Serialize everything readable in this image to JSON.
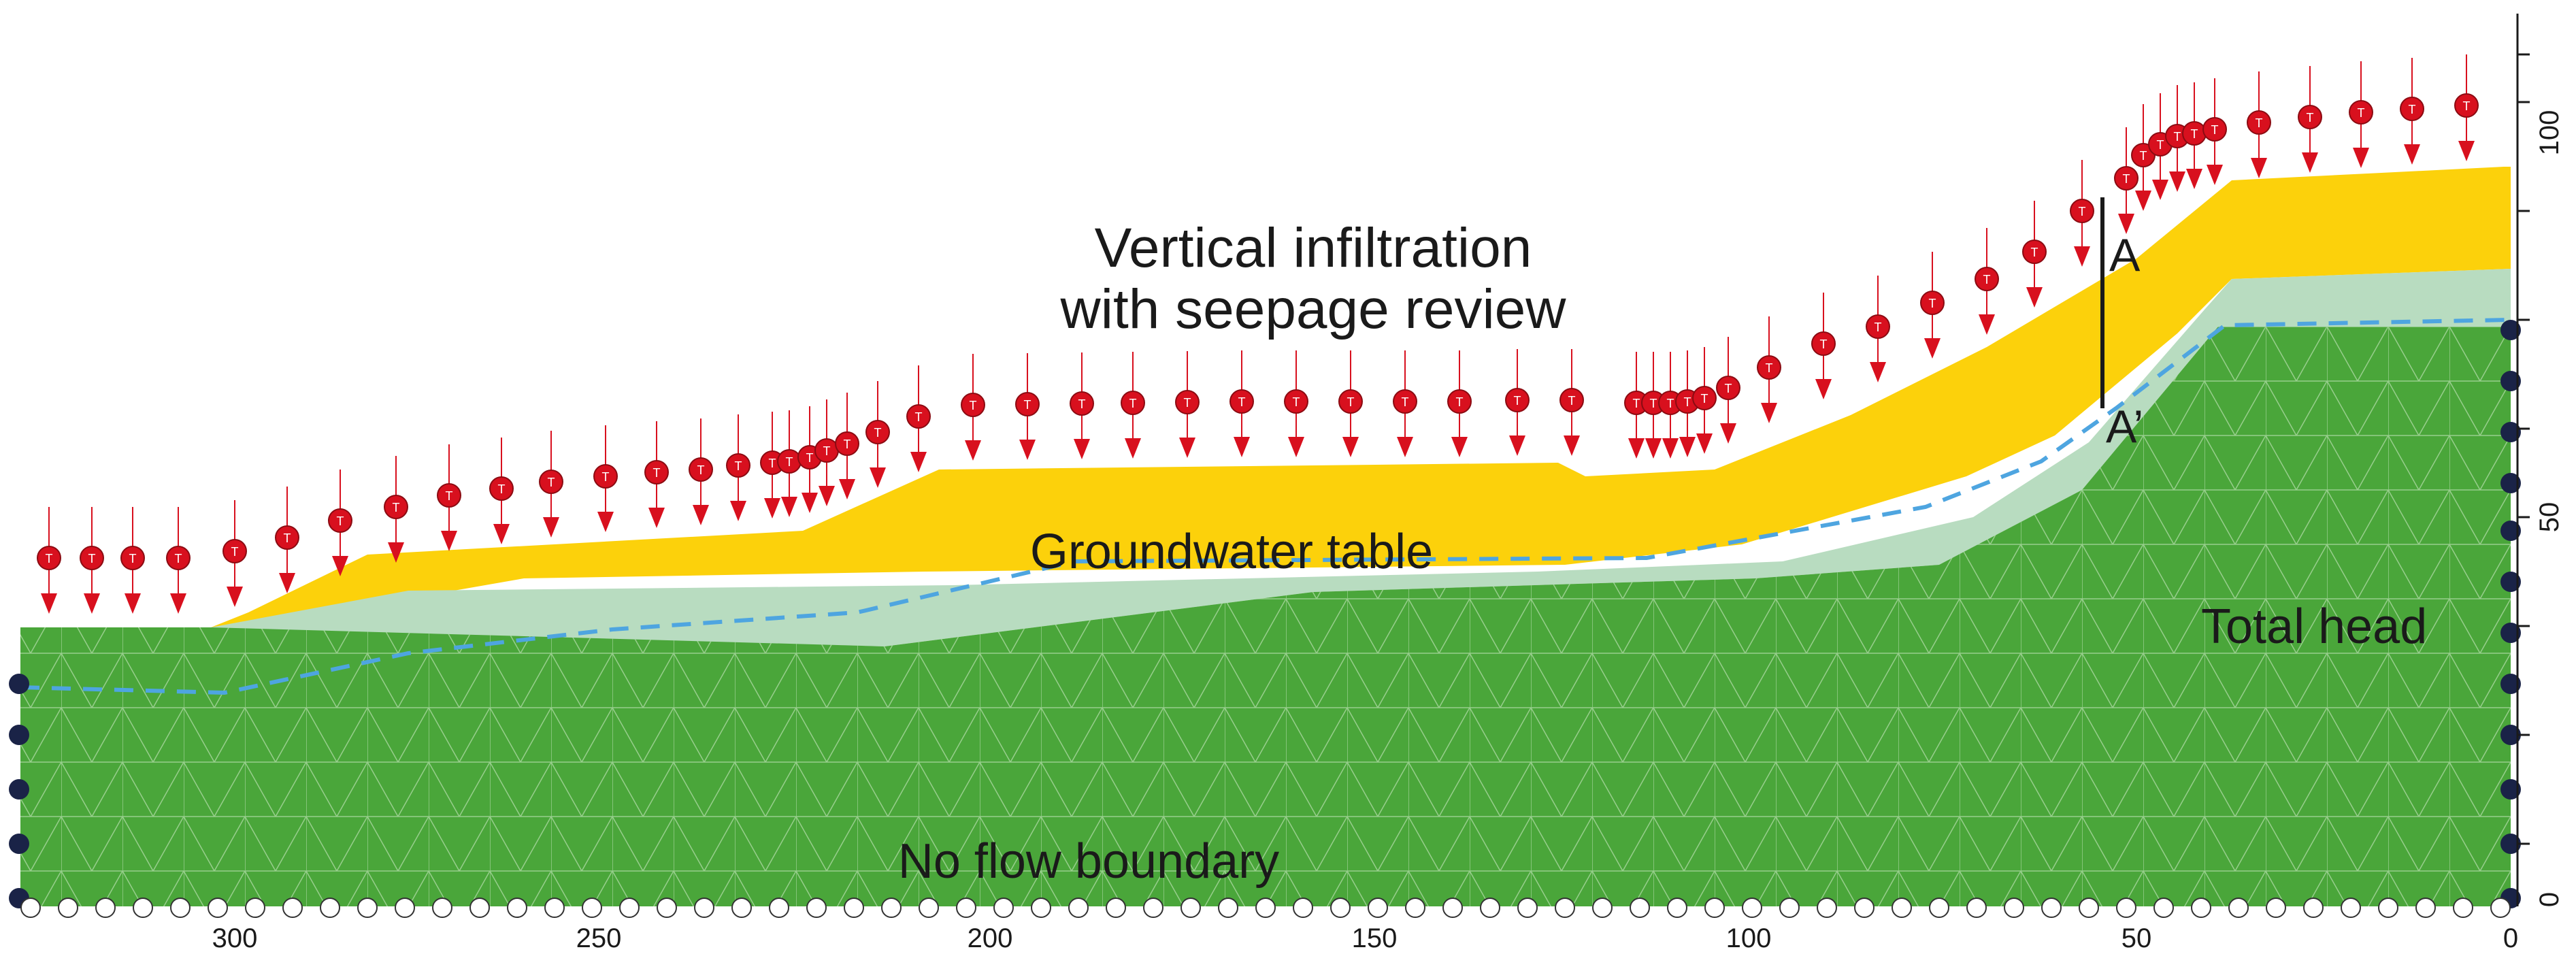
{
  "labels": {
    "infiltration_line1": "Vertical infiltration",
    "infiltration_line2": "with seepage review",
    "groundwater": "Groundwater table",
    "total_head": "Total head",
    "no_flow": "No flow boundary",
    "section_top": "A",
    "section_bottom": "A’"
  },
  "x_axis": {
    "ticks": [
      "300",
      "250",
      "200",
      "150",
      "100",
      "50",
      "0"
    ]
  },
  "y_axis": {
    "ticks": [
      "100",
      "50",
      "0"
    ]
  },
  "colors": {
    "bedrock": "#4aa63a",
    "transition": "#b8dcc0",
    "soil": "#fcd10b",
    "water_table": "#4ea5e0",
    "infiltration_marker": "#d8101e",
    "head_node": "#1a2347"
  },
  "icons": {
    "infiltration": "red-circle-down-arrow-icon",
    "total_head_node": "dark-circle-node-icon",
    "no_flow_node": "open-circle-node-icon"
  }
}
